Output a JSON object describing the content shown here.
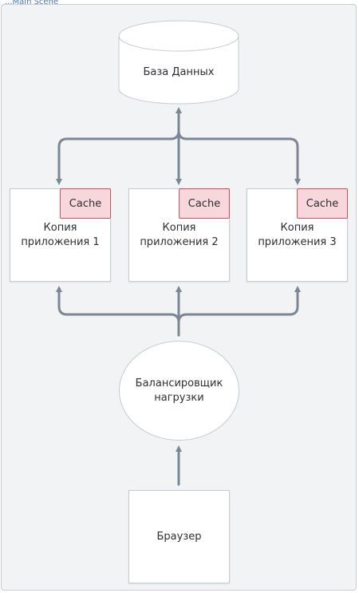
{
  "frame": {
    "label": "...Main Scene"
  },
  "database": {
    "label": "База Данных"
  },
  "app_copies": [
    {
      "line1": "Копия",
      "line2": "приложения 1",
      "cache": "Cache"
    },
    {
      "line1": "Копия",
      "line2": "приложения 2",
      "cache": "Cache"
    },
    {
      "line1": "Копия",
      "line2": "приложения 3",
      "cache": "Cache"
    }
  ],
  "balancer": {
    "line1": "Балансировщик",
    "line2": "нагрузки"
  },
  "browser": {
    "label": "Браузер"
  },
  "colors": {
    "arrow": "#7b8794",
    "cache_fill": "#f7d7db",
    "cache_border": "#d4505f",
    "frame_bg": "#f1f3f5"
  }
}
